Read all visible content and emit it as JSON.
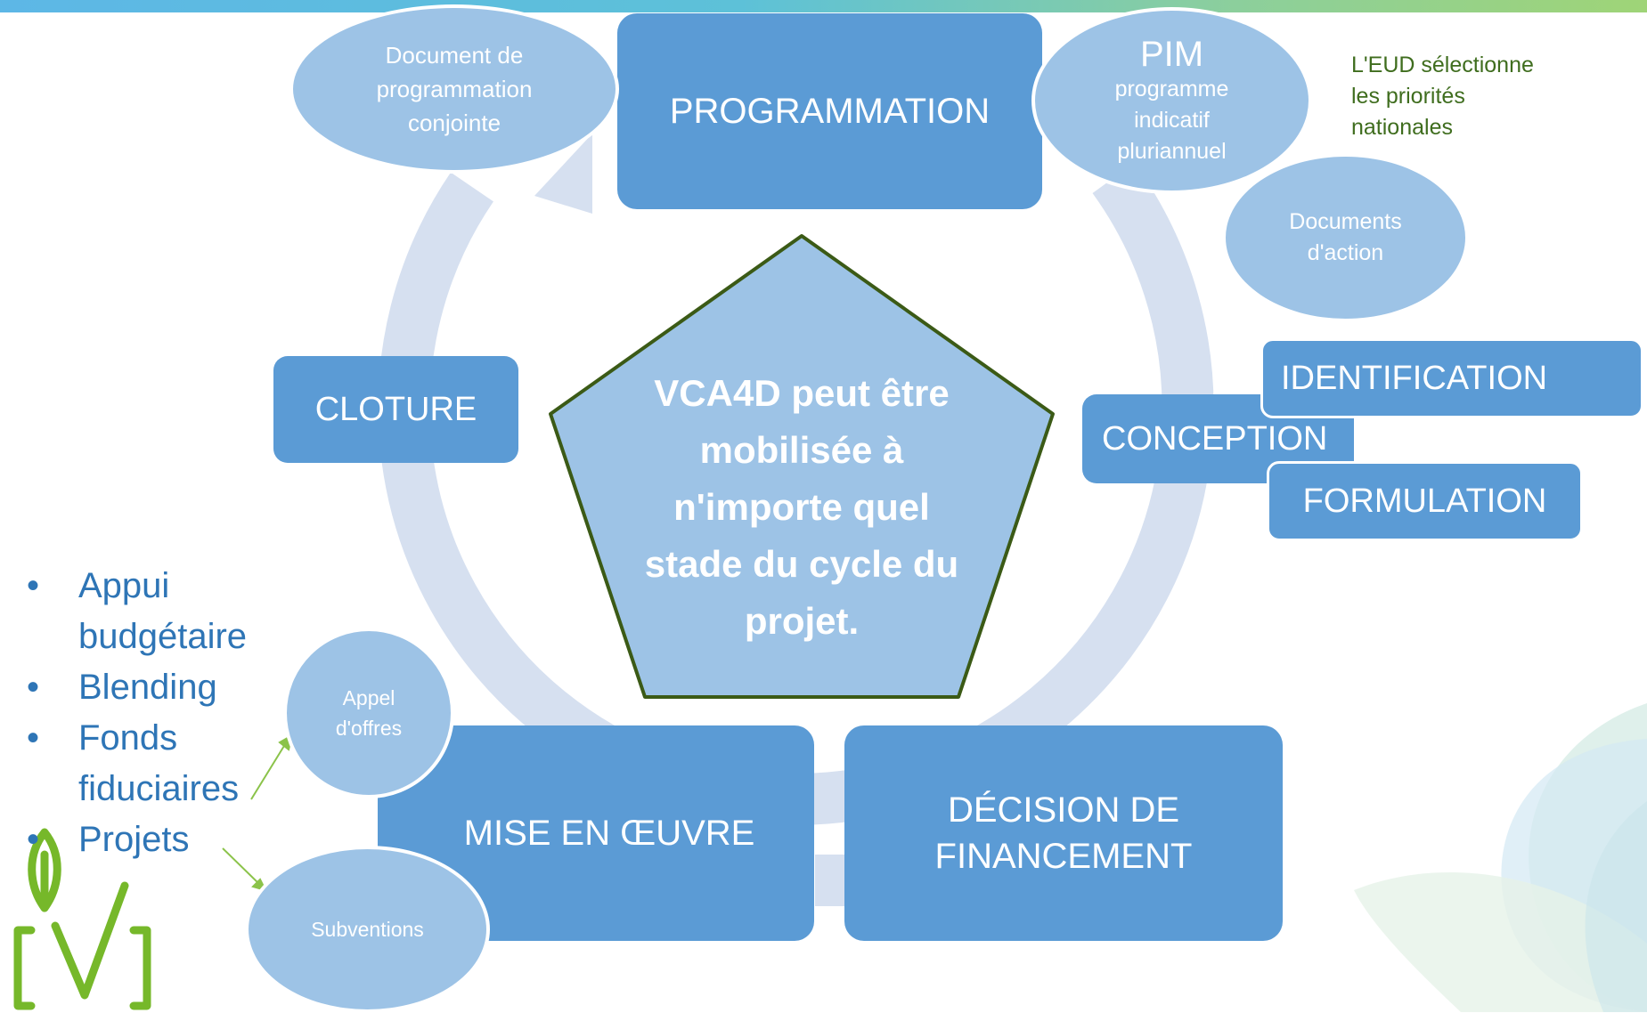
{
  "center_message": "VCA4D peut être\nmobilisée à\nn'importe quel\nstade du cycle du\nprojet.",
  "stages": {
    "programmation": "PROGRAMMATION",
    "identification": "IDENTIFICATION",
    "conception": "CONCEPTION",
    "formulation": "FORMULATION",
    "decision": "DÉCISION DE\nFINANCEMENT",
    "mise_en_oeuvre": "MISE EN ŒUVRE",
    "cloture": "CLOTURE"
  },
  "bubbles": {
    "doc_programmation": "Document de\nprogrammation\nconjointe",
    "pim_title": "PIM",
    "pim_subtitle": "programme\nindicatif\npluriannuel",
    "documents_action": "Documents\nd'action",
    "appel_offres": "Appel\nd'offres",
    "subventions": "Subventions"
  },
  "note_eud": "L'EUD sélectionne\nles priorités\nnationales",
  "modalities": [
    "Appui budgétaire",
    "Blending",
    "Fonds fiduciaires",
    "Projets"
  ],
  "colors": {
    "stage_fill": "#5b9bd5",
    "bubble_fill": "#9dc3e6",
    "pentagon_fill": "#9dc3e6",
    "pentagon_stroke": "#3b5a16",
    "cycle_arrow": "#d6e0f0",
    "logo_green": "#76b82a",
    "bullet_text": "#2e75b6",
    "note_text": "#3f6d1e"
  },
  "icons": {
    "logo": "vca4d-leaf-logo",
    "decoration": "leaf-decoration"
  }
}
